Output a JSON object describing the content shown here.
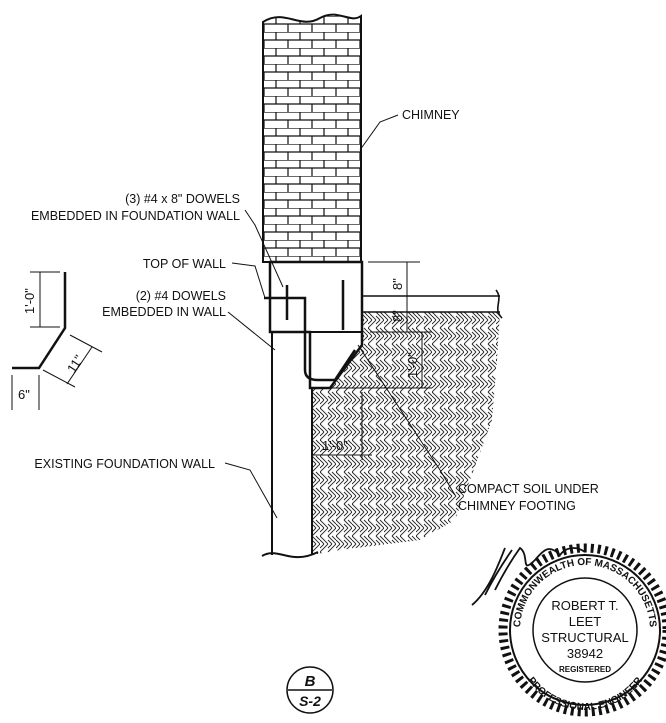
{
  "labels": {
    "chimney": "CHIMNEY",
    "dowels_3_line1": "(3) #4 x 8\" DOWELS",
    "dowels_3_line2": "EMBEDDED IN FOUNDATION WALL",
    "top_of_wall": "TOP OF WALL",
    "dowels_2_line1": "(2) #4 DOWELS",
    "dowels_2_line2": "EMBEDDED IN WALL",
    "existing_wall": "EXISTING FOUNDATION WALL",
    "soil_line1": "COMPACT SOIL UNDER",
    "soil_line2": "CHIMNEY FOOTING"
  },
  "dimensions": {
    "slab_8a": "8\"",
    "slab_8b": "8\"",
    "footing_depth": "1'-0\"",
    "footing_width": "1'-0\"",
    "bar_leg": "1'-0\"",
    "bar_diag": "11\"",
    "bar_hook": "6\""
  },
  "section_marker": {
    "detail": "B",
    "sheet": "S-2"
  },
  "stamp": {
    "arc_top": "COMMONWEALTH OF MASSACHUSETTS",
    "name1": "ROBERT T.",
    "name2": "LEET",
    "discipline": "STRUCTURAL",
    "number": "38942",
    "registered": "REGISTERED",
    "arc_bottom": "PROFESSIONAL ENGINEER"
  }
}
